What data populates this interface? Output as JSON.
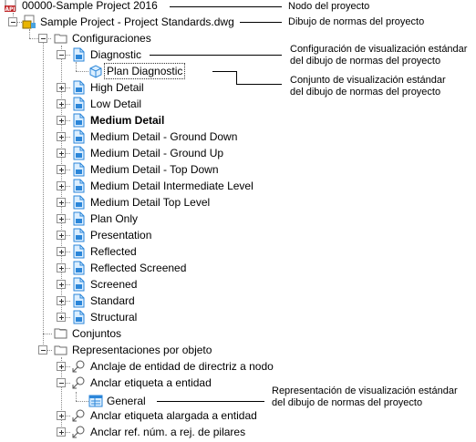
{
  "tree": {
    "project_node": "00000-Sample Project 2016",
    "standards_drawing": "Sample Project - Project Standards.dwg",
    "configurations_folder": "Configuraciones",
    "configurations": [
      "Diagnostic",
      "High Detail",
      "Low Detail",
      "Medium Detail",
      "Medium Detail - Ground Down",
      "Medium Detail - Ground Up",
      "Medium Detail - Top Down",
      "Medium Detail Intermediate Level",
      "Medium Detail Top Level",
      "Plan Only",
      "Presentation",
      "Reflected",
      "Reflected Screened",
      "Screened",
      "Standard",
      "Structural"
    ],
    "diagnostic_child": "Plan Diagnostic",
    "sets_folder": "Conjuntos",
    "object_reps_folder": "Representaciones por objeto",
    "object_reps": [
      "Anclaje de entidad de directriz a nodo",
      "Anclar etiqueta a entidad",
      "Anclar etiqueta alargada a entidad",
      "Anclar ref. núm. a rej. de pilares"
    ],
    "general_child": "General"
  },
  "annotations": {
    "project_node": "Nodo del proyecto",
    "standards_drawing": "Dibujo de normas del proyecto",
    "display_configuration": [
      "Configuración de visualización estándar",
      "del dibujo de normas del proyecto"
    ],
    "display_set": [
      "Conjunto de visualización estándar",
      "del dibujo de normas del proyecto"
    ],
    "display_representation": [
      "Representación de visualización estándar",
      "del dibujo de normas del proyecto"
    ]
  },
  "colors": {
    "config_icon": "#2b86d9",
    "folder_outline": "#6b6b6b",
    "project_icon_red": "#c0282a",
    "dwg_icon_yellow": "#e8b400"
  }
}
